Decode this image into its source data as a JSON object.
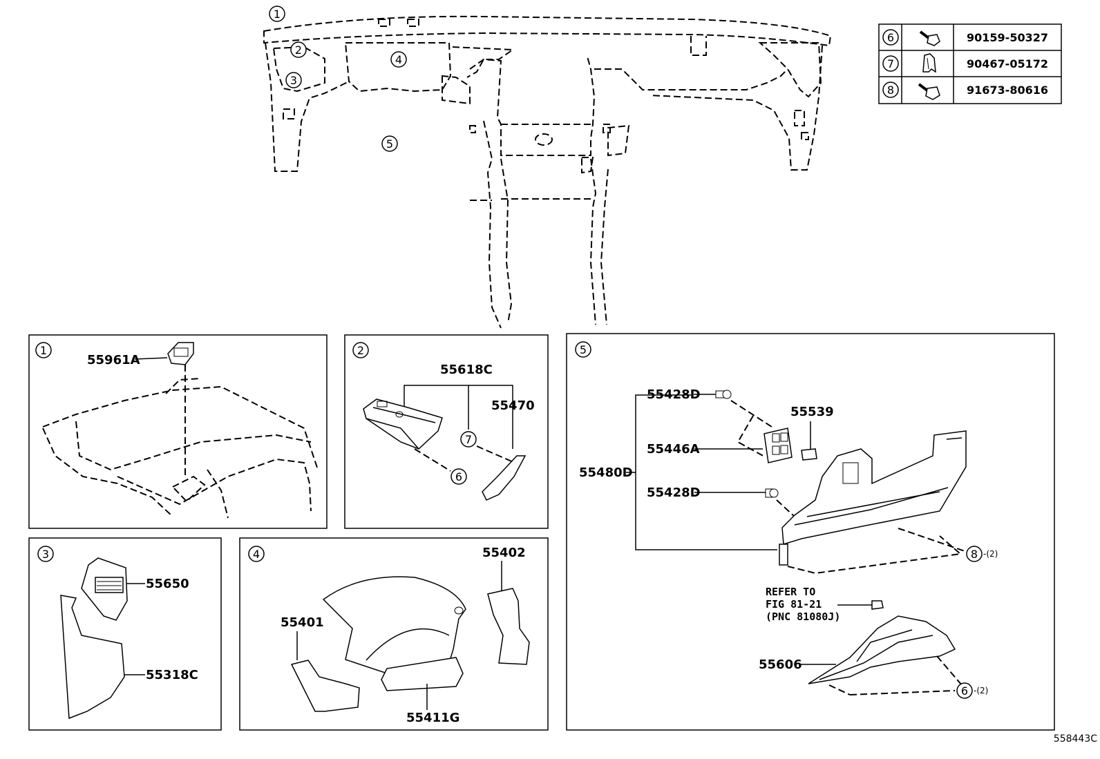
{
  "overview": {
    "callouts": [
      "1",
      "2",
      "3",
      "4",
      "5"
    ]
  },
  "fastener_table": {
    "rows": [
      {
        "num": "6",
        "part": "90159-50327",
        "icon": "bolt-icon"
      },
      {
        "num": "7",
        "part": "90467-05172",
        "icon": "clip-icon"
      },
      {
        "num": "8",
        "part": "91673-80616",
        "icon": "bolt-icon"
      }
    ]
  },
  "panels": {
    "p1": {
      "num": "1",
      "parts": [
        "55961A"
      ]
    },
    "p2": {
      "num": "2",
      "parts": [
        "55618C",
        "55470"
      ],
      "callouts": [
        "7",
        "6"
      ]
    },
    "p3": {
      "num": "3",
      "parts": [
        "55650",
        "55318C"
      ]
    },
    "p4": {
      "num": "4",
      "parts": [
        "55402",
        "55401",
        "55411G"
      ]
    },
    "p5": {
      "num": "5",
      "parts": [
        "55428D",
        "55539",
        "55446A",
        "55480D",
        "55428D",
        "55606"
      ],
      "callouts": [
        "8",
        "6"
      ],
      "quantities": [
        "-(2)",
        "-(2)"
      ],
      "reference": [
        "REFER TO",
        "FIG 81-21",
        "(PNC 81080J)"
      ]
    }
  },
  "diagram_id": "558443C"
}
